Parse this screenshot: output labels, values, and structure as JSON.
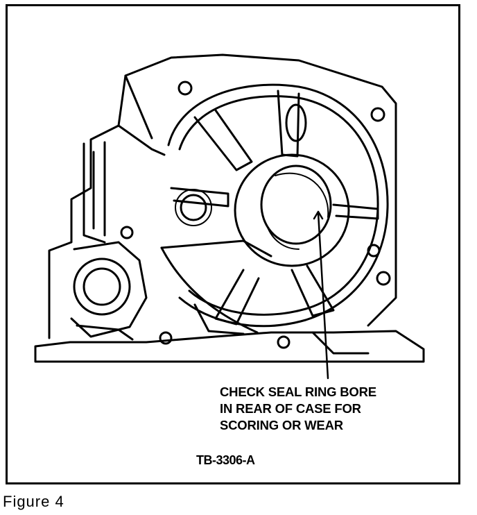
{
  "figure": {
    "label": "Figure 4",
    "callout_lines": [
      "CHECK SEAL RING BORE",
      "IN REAR OF CASE FOR",
      "SCORING OR WEAR"
    ],
    "reference_code": "TB-3306-A"
  },
  "colors": {
    "ink": "#000000",
    "paper": "#ffffff"
  }
}
